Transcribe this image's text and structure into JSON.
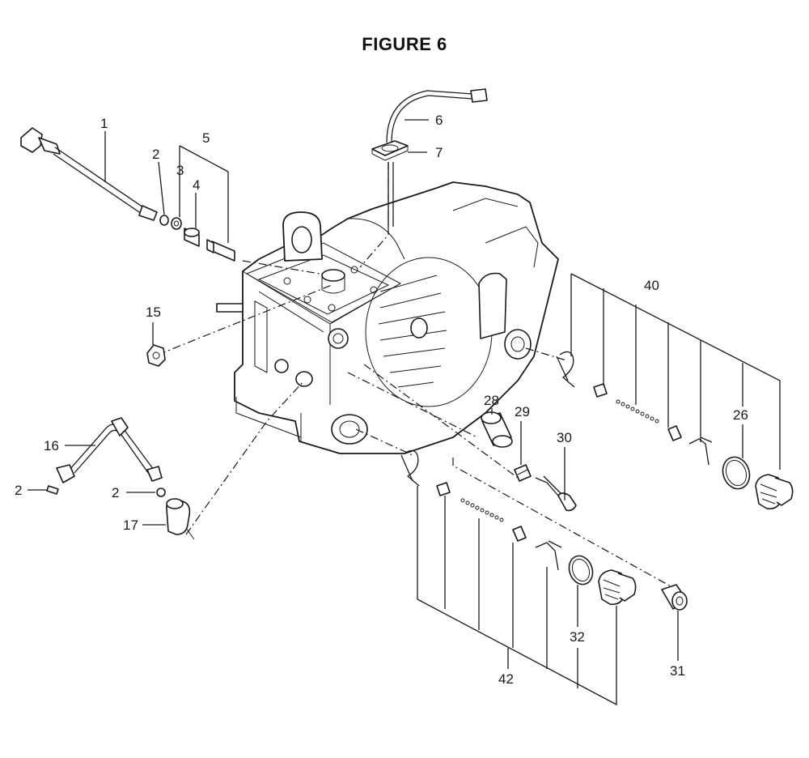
{
  "title": "FIGURE 6",
  "callouts": {
    "c1": "1",
    "c2a": "2",
    "c3": "3",
    "c4": "4",
    "c5": "5",
    "c6": "6",
    "c7": "7",
    "c15": "15",
    "c16": "16",
    "c2b": "2",
    "c2c": "2",
    "c17": "17",
    "c28": "28",
    "c29": "29",
    "c30": "30",
    "c40": "40",
    "c26": "26",
    "c32": "32",
    "c31": "31",
    "c42": "42"
  },
  "colors": {
    "ink": "#1a1a1a",
    "paper": "#ffffff"
  }
}
